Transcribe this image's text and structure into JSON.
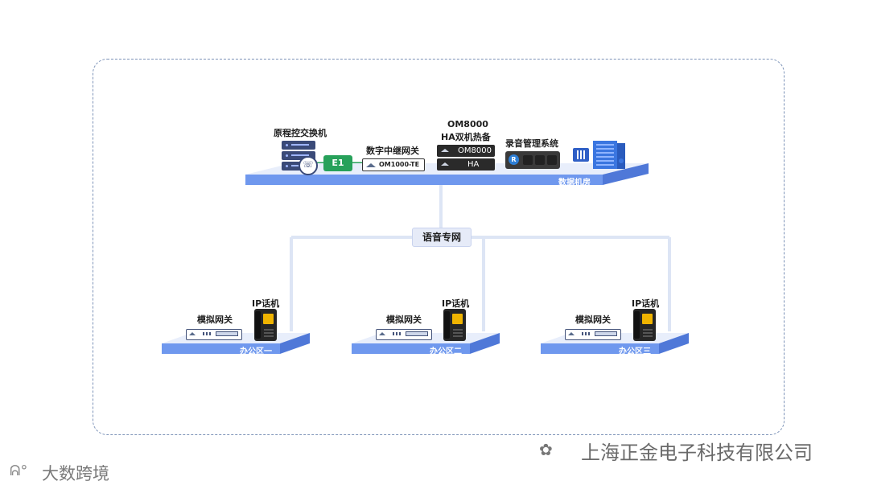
{
  "diagram": {
    "datacenter": {
      "platform_label": "数据机房",
      "pbx_label": "原程控交换机",
      "e1_label": "E1",
      "trunk_gateway_label": "数字中继网关",
      "trunk_gateway_model": "OM1000-TE",
      "ha_label_line1": "OM8000",
      "ha_label_line2": "HA双机热备",
      "ha_device1": "OM8000",
      "ha_device2": "HA",
      "recording_label": "录音管理系统"
    },
    "network_label": "语音专网",
    "offices": [
      {
        "platform_label": "办公区一",
        "gateway_label": "模拟网关",
        "phone_label": "IP话机"
      },
      {
        "platform_label": "办公区二",
        "gateway_label": "模拟网关",
        "phone_label": "IP话机"
      },
      {
        "platform_label": "办公区三",
        "gateway_label": "模拟网关",
        "phone_label": "IP话机"
      }
    ]
  },
  "watermarks": {
    "right": "上海正金电子科技有限公司",
    "left": "大数跨境"
  },
  "colors": {
    "platform_top": "#e8eefb",
    "platform_front": "#6f98ee",
    "platform_side": "#4f78d8",
    "wire": "#dde5f5",
    "e1_green": "#27a15a",
    "frame_dash": "#7d93b8"
  }
}
